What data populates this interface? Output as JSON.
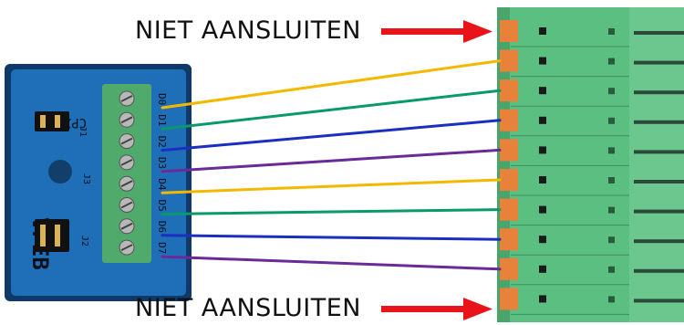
{
  "labels": {
    "warning_top": "NIET AANSLUITEN",
    "warning_bottom": "NIET AANSLUITEN"
  },
  "board": {
    "model": "CPX-CM",
    "brand": "VPEB",
    "jumper_1": "J1",
    "jumper_2": "J2",
    "jumper_3": "J3",
    "pins": [
      "D0",
      "D1",
      "D2",
      "D3",
      "D4",
      "D5",
      "D6",
      "D7"
    ]
  },
  "wires": [
    {
      "pin": "D0",
      "color": "#f5b800"
    },
    {
      "pin": "D1",
      "color": "#0a9a6a"
    },
    {
      "pin": "D2",
      "color": "#1a2fbf"
    },
    {
      "pin": "D3",
      "color": "#6a2a9a"
    },
    {
      "pin": "D4",
      "color": "#f5b800"
    },
    {
      "pin": "D5",
      "color": "#0a9a6a"
    },
    {
      "pin": "D6",
      "color": "#1a2fbf"
    },
    {
      "pin": "D7",
      "color": "#6a2a9a"
    }
  ],
  "colors": {
    "arrow": "#e8141a",
    "board": "#1f6fb8",
    "terminal_green": "#5fbf7f",
    "terminal_orange": "#e8823a"
  }
}
